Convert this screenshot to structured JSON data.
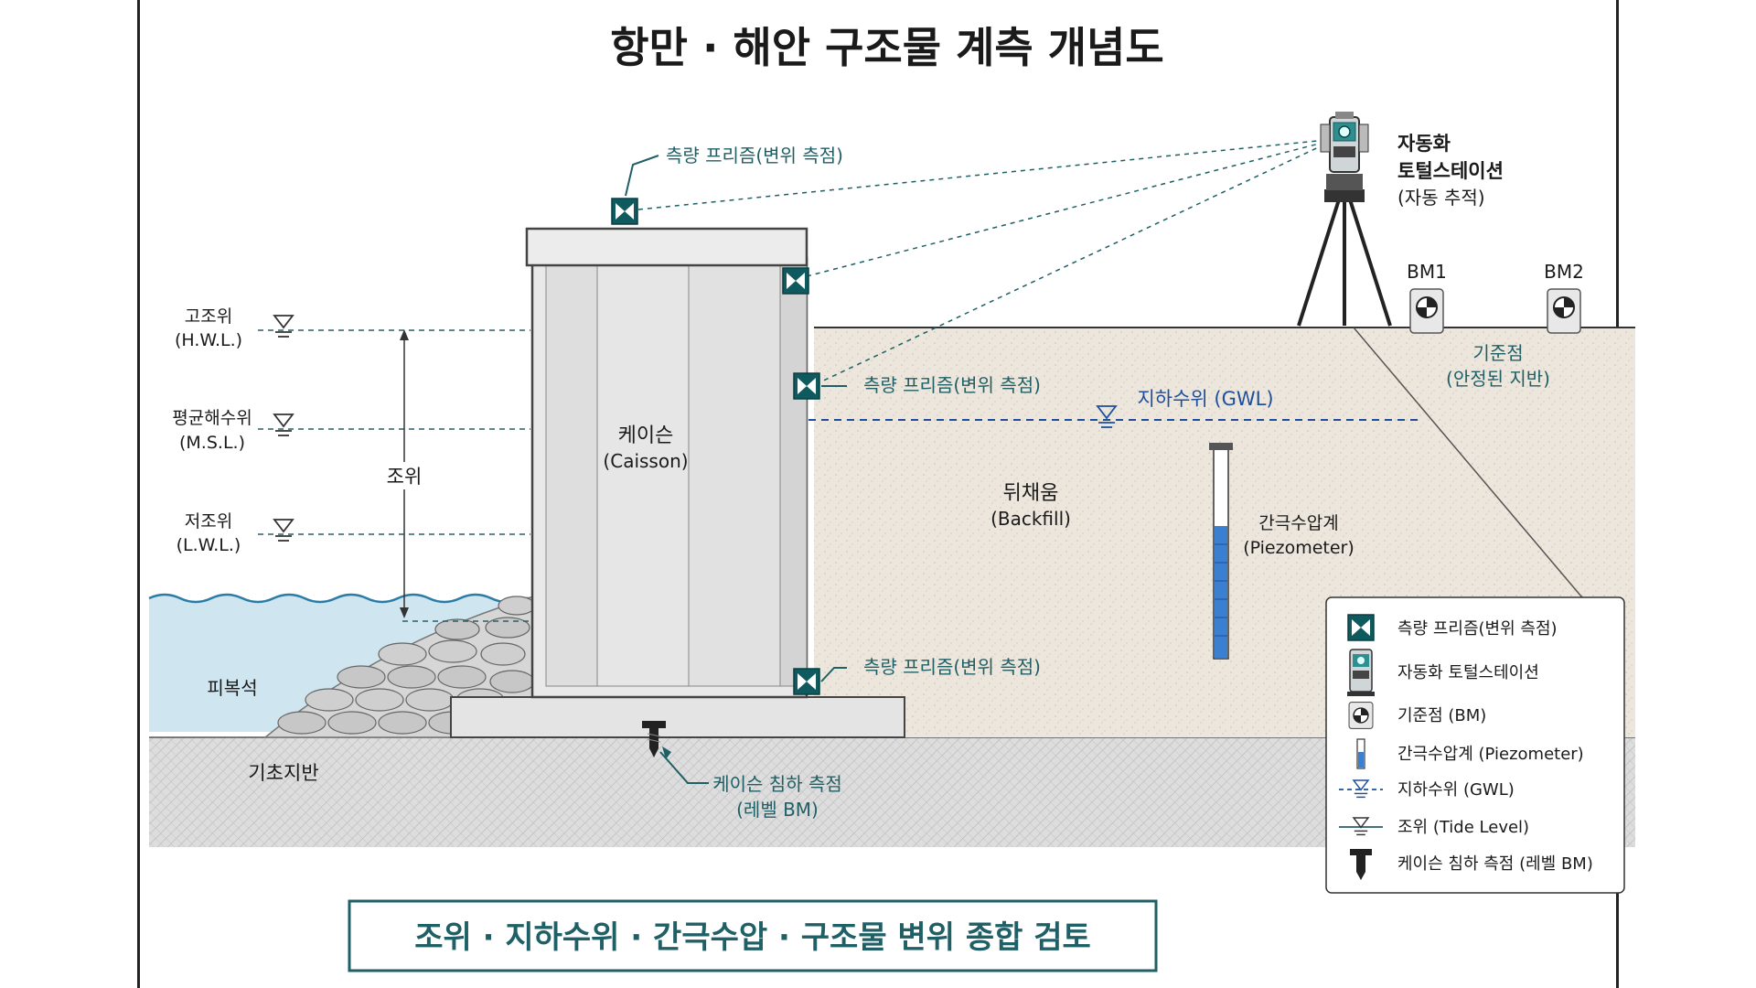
{
  "title": "항만 · 해안 구조물 계측 개념도",
  "labels": {
    "prism_top": "측량 프리즘(변위 측점)",
    "prism_mid": "측량 프리즘(변위 측점)",
    "prism_bottom": "측량 프리즘(변위 측점)",
    "station_line1": "자동화",
    "station_line2": "토털스테이션",
    "station_line3": "(자동 추적)",
    "bm1": "BM1",
    "bm2": "BM2",
    "benchmark_line1": "기준점",
    "benchmark_line2": "(안정된 지반)",
    "hwl_line1": "고조위",
    "hwl_line2": "(H.W.L.)",
    "msl_line1": "평균해수위",
    "msl_line2": "(M.S.L.)",
    "lwl_line1": "저조위",
    "lwl_line2": "(L.W.L.)",
    "tide": "조위",
    "caisson_line1": "케이슨",
    "caisson_line2": "(Caisson)",
    "gwl": "지하수위 (GWL)",
    "backfill_line1": "뒤채움",
    "backfill_line2": "(Backfill)",
    "piezo_line1": "간극수압계",
    "piezo_line2": "(Piezometer)",
    "armor": "피복석",
    "foundation": "기초지반",
    "settle_line1": "케이슨 침하 측점",
    "settle_line2": "(레벨 BM)"
  },
  "legend": {
    "items": [
      {
        "icon": "prism-icon",
        "label": "측량 프리즘(변위 측점)"
      },
      {
        "icon": "total-station-icon",
        "label": "자동화 토털스테이션"
      },
      {
        "icon": "benchmark-icon",
        "label": "기준점 (BM)"
      },
      {
        "icon": "piezometer-icon",
        "label": "간극수압계 (Piezometer)"
      },
      {
        "icon": "gwl-icon",
        "label": "지하수위 (GWL)"
      },
      {
        "icon": "tide-level-icon",
        "label": "조위 (Tide Level)"
      },
      {
        "icon": "settlement-marker-icon",
        "label": "케이슨 침하 측점 (레벨 BM)"
      }
    ]
  },
  "footer": "조위 · 지하수위 · 간극수압 · 구조물 변위 종합 검토",
  "colors": {
    "accent": "#1f5f66",
    "water": "#cfe5ef",
    "gwl": "#1d4f9c",
    "backfill": "#ece6dc",
    "foundation": "#d9d9d9"
  }
}
